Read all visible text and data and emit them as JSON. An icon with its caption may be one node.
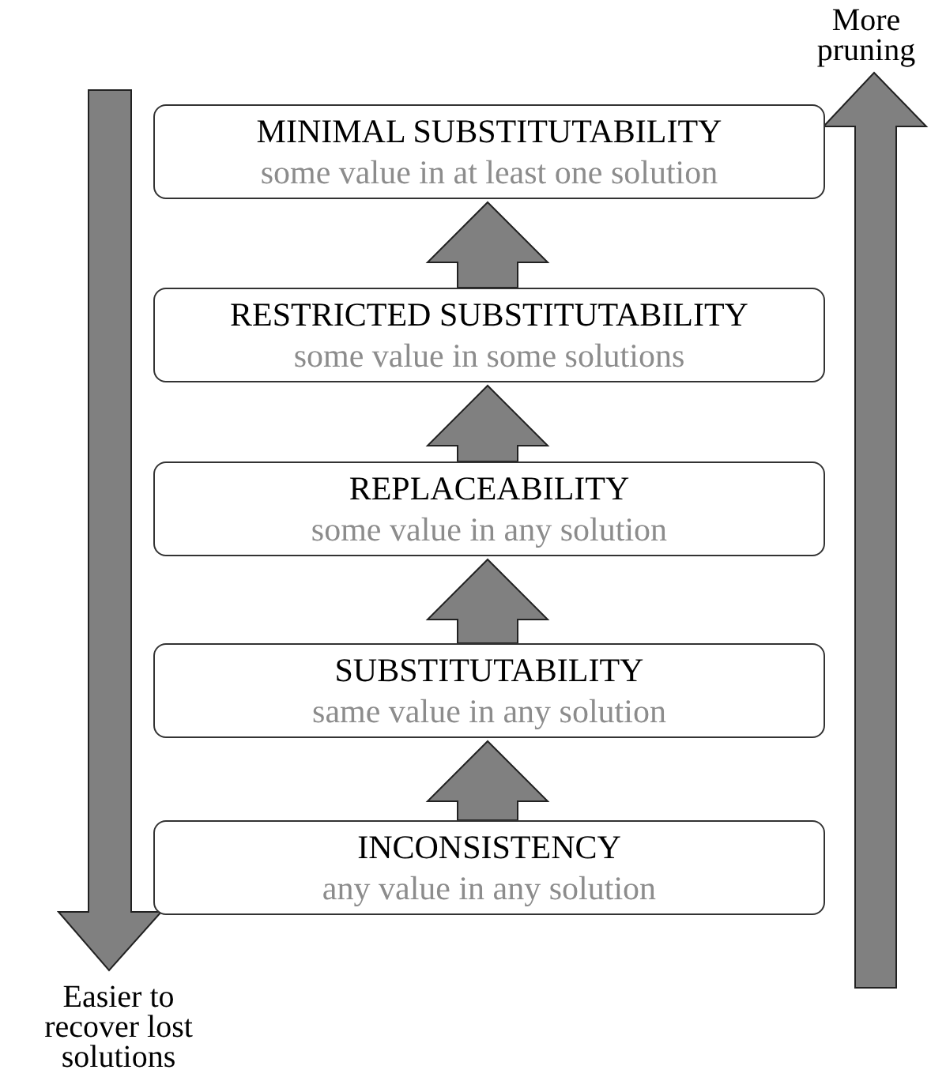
{
  "diagram": {
    "nodes": [
      {
        "text": [
          "MINIMAL SUBSTITUTABILITY",
          "some value in at least one solution"
        ]
      },
      {
        "text": [
          "RESTRICTED SUBSTITUTABILITY",
          "some value in some solutions"
        ]
      },
      {
        "text": [
          "REPLACEABILITY",
          "some value in any solution"
        ]
      },
      {
        "text": [
          "SUBSTITUTABILITY",
          "same value in any solution"
        ]
      },
      {
        "text": [
          "INCONSISTENCY",
          "any value in any solution"
        ]
      }
    ],
    "edges": [
      {
        "from": 4,
        "to": 3,
        "arrow": "to"
      },
      {
        "from": 3,
        "to": 2,
        "arrow": "to"
      },
      {
        "from": 2,
        "to": 1,
        "arrow": "to"
      },
      {
        "from": 1,
        "to": 0,
        "arrow": "to"
      }
    ],
    "labels": [
      "More pruning",
      "Easier to recover lost solutions"
    ]
  }
}
